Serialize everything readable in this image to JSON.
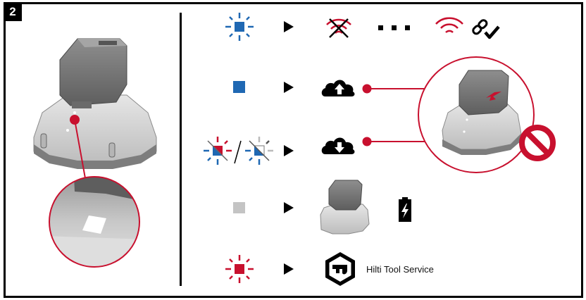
{
  "step": {
    "number": "2"
  },
  "colors": {
    "blue": "#1f68b3",
    "red": "#c8102e",
    "gray_led": "#c4c4c4",
    "black": "#000000"
  },
  "rows": [
    {
      "led": "blue-blinking",
      "result": [
        "wifi-crossed-icon",
        "dots",
        "wifi-icon",
        "link-check-icon"
      ]
    },
    {
      "led": "blue-solid",
      "result": [
        "cloud-upload-icon"
      ]
    },
    {
      "led": "blue-red-alternating / blue-white-alternating",
      "separator": "/",
      "result": [
        "cloud-download-icon"
      ]
    },
    {
      "led": "gray-off",
      "result": [
        "charger-with-battery",
        "battery-charging-icon"
      ]
    },
    {
      "led": "red-blinking",
      "result": [
        "hilti-tool-service-icon"
      ],
      "text": "Hilti Tool Service"
    }
  ],
  "warning": {
    "icon": "prohibited-icon",
    "image": "do-not-remove-battery"
  }
}
